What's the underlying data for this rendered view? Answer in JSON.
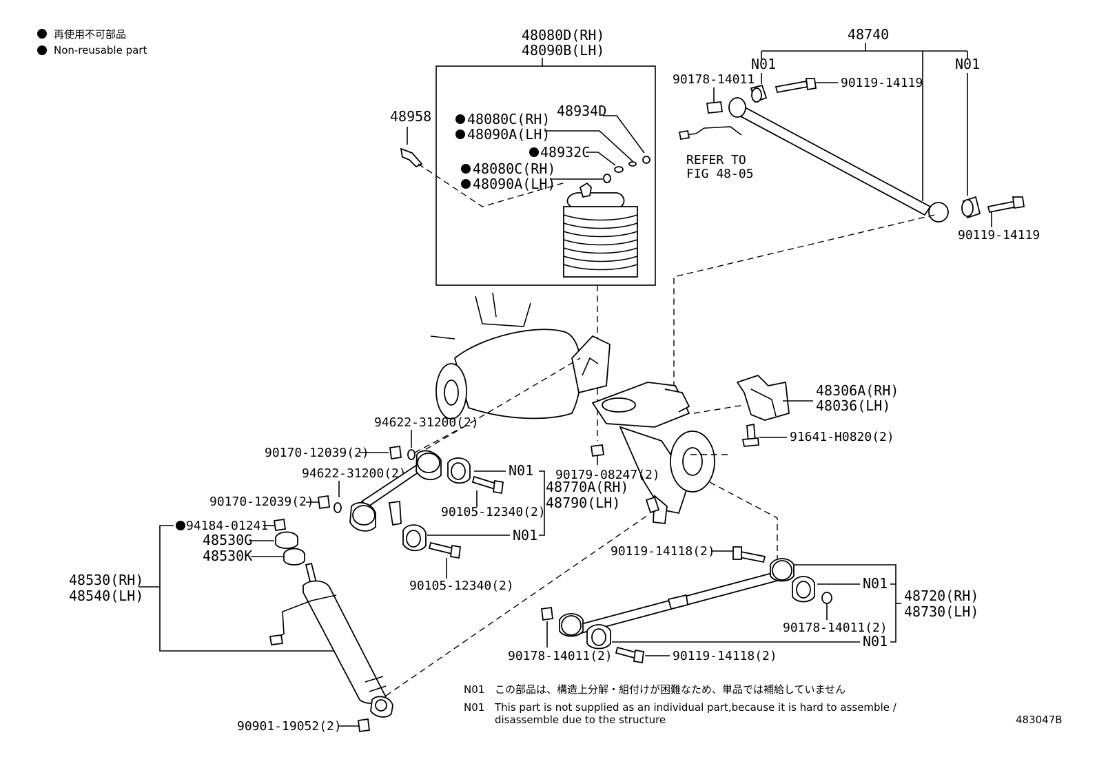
{
  "legend": {
    "jp": "再使用不可部品",
    "en": "Non-reusable part"
  },
  "figure_id": "483047B",
  "notes": {
    "code1": "N01",
    "code2": "N01",
    "jp": "この部品は、構造上分解・組付けが困難なため、単品では補給していません",
    "en_line1": "This part is not supplied as an individual part,because it is hard to assemble /",
    "en_line2": "disassemble due to the structure"
  },
  "labels": {
    "air_spring_rh": "48080D(RH)",
    "air_spring_lh": "48090B(LH)",
    "p48958": "48958",
    "p48080c_rh_1": "48080C(RH)",
    "p48090a_lh_1": "48090A(LH)",
    "p48934d": "48934D",
    "p48932c": "48932C",
    "p48080c_rh_2": "48080C(RH)",
    "p48090a_lh_2": "48090A(LH)",
    "p48740": "48740",
    "n01_a": "N01",
    "n01_b": "N01",
    "p90178_top": "90178-14011",
    "p90119_top": "90119-14119",
    "refer_to": "REFER TO",
    "fig": "FIG 48-05",
    "p90119_right": "90119-14119",
    "p48306a": "48306A(RH)",
    "p48036": "48036(LH)",
    "p91641": "91641-H0820(2)",
    "p94622_1": "94622-31200(2)",
    "p90170_1": "90170-12039(2)",
    "p94622_2": "94622-31200(2)",
    "p90170_2": "90170-12039(2)",
    "p90179": "90179-08247(2)",
    "n01_c": "N01",
    "p48770a": "48770A(RH)",
    "p48790": "48790(LH)",
    "p90105_1": "90105-12340(2)",
    "n01_d": "N01",
    "p90105_2": "90105-12340(2)",
    "p94184": "94184-01241",
    "p48530g": "48530G",
    "p48530k": "48530K",
    "p48530": "48530(RH)",
    "p48540": "48540(LH)",
    "p90119_lower": "90119-14118(2)",
    "n01_e": "N01",
    "p48720": "48720(RH)",
    "p48730": "48730(LH)",
    "p90178_lower_r": "90178-14011(2)",
    "p90178_lower_l": "90178-14011(2)",
    "p90119_bottom": "90119-14118(2)",
    "n01_f": "N01",
    "p90901": "90901-19052(2)"
  }
}
